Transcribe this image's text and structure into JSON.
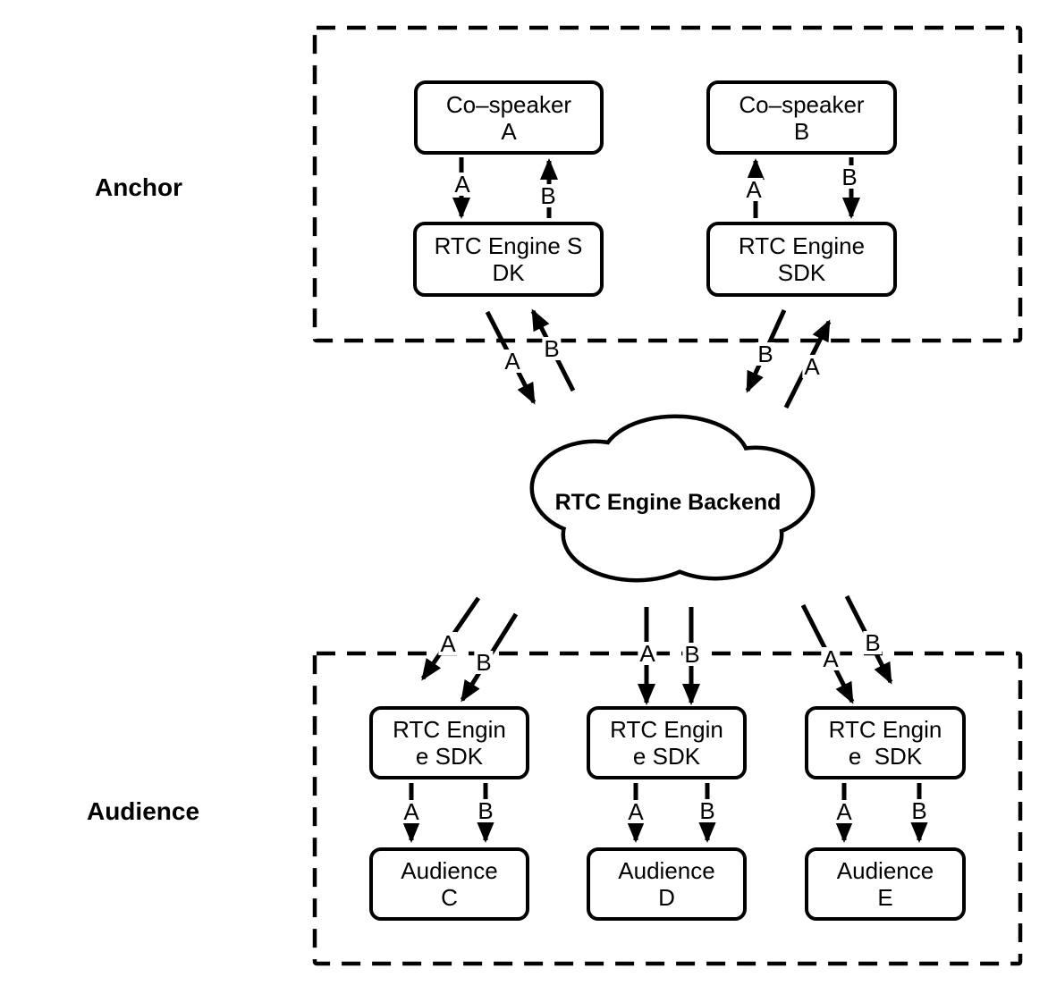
{
  "background": "#ffffff",
  "ink": "#000000",
  "sections": {
    "anchor": {
      "label": "Anchor"
    },
    "audience": {
      "label": "Audience"
    }
  },
  "cloud": {
    "label": "RTC Engine Backend"
  },
  "nodes": {
    "co_speaker_a": {
      "line1": "Co–speaker",
      "line2": "A"
    },
    "co_speaker_b": {
      "line1": "Co–speaker",
      "line2": "B"
    },
    "anchor_sdk_a": {
      "line1": "RTC Engine S",
      "line2": "DK"
    },
    "anchor_sdk_b": {
      "line1": "RTC Engine",
      "line2": "SDK"
    },
    "audience_sdk_c": {
      "line1": "RTC Engin",
      "line2": "e SDK"
    },
    "audience_sdk_d": {
      "line1": "RTC Engin",
      "line2": "e SDK"
    },
    "audience_sdk_e": {
      "line1": "RTC Engin",
      "line2": "e  SDK"
    },
    "audience_c": {
      "line1": "Audience",
      "line2": "C"
    },
    "audience_d": {
      "line1": "Audience",
      "line2": "D"
    },
    "audience_e": {
      "line1": "Audience",
      "line2": "E"
    }
  },
  "streams": {
    "a": "A",
    "b": "B"
  }
}
